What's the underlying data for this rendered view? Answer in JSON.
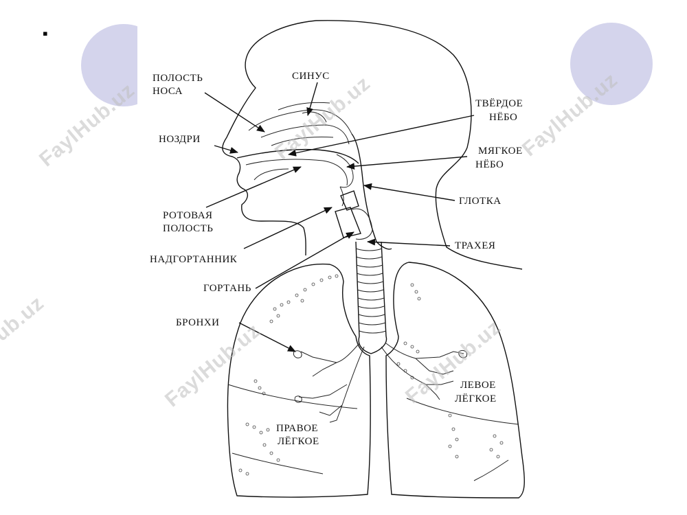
{
  "slide": {
    "bullet": "▪",
    "accent_color": "#d4d4ec"
  },
  "watermark": {
    "text": "FaylHub.uz"
  },
  "labels": {
    "nasal_cavity_1": "ПОЛОСТЬ",
    "nasal_cavity_2": "НОСА",
    "sinus": "СИНУС",
    "hard_palate_1": "ТВЁРДОЕ",
    "hard_palate_2": "НЁБО",
    "nostrils": "НОЗДРИ",
    "soft_palate_1": "МЯГКОЕ",
    "soft_palate_2": "НЁБО",
    "pharynx": "ГЛОТКА",
    "oral_cavity_1": "РОТОВАЯ",
    "oral_cavity_2": "ПОЛОСТЬ",
    "trachea": "ТРАХЕЯ",
    "epiglottis": "НАДГОРТАННИК",
    "larynx": "ГОРТАНЬ",
    "bronchi": "БРОНХИ",
    "left_lung_1": "ЛЕВОЕ",
    "left_lung_2": "ЛЁГКОЕ",
    "right_lung_1": "ПРАВОЕ",
    "right_lung_2": "ЛЁГКОЕ"
  }
}
